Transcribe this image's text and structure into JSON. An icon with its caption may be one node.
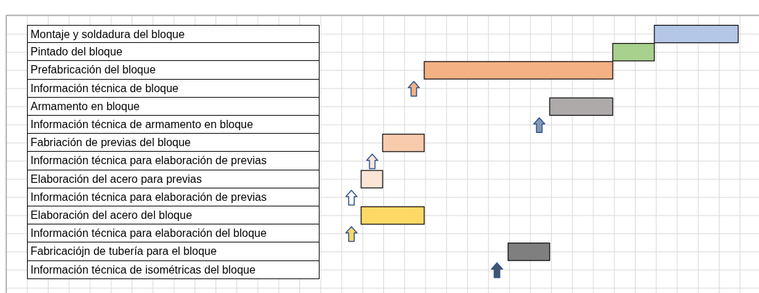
{
  "diagram": {
    "labels": [
      "Montaje y soldadura del bloque",
      "Pintado del bloque",
      "Prefabricación del bloque",
      "Información técnica de bloque",
      "Armamento en bloque",
      "Información técnica de armamento en bloque",
      "Fabriación de previas del bloque",
      "Información técnica para elaboración de previas",
      "Elaboración del acero para previas",
      "Información técnica para elaboración de previas",
      "Elaboración del acero del bloque",
      "Información técnica para elaboración del bloque",
      "Fabricaciójn de tubería para el bloque",
      "Información técnica de isométricas del bloque"
    ]
  }
}
